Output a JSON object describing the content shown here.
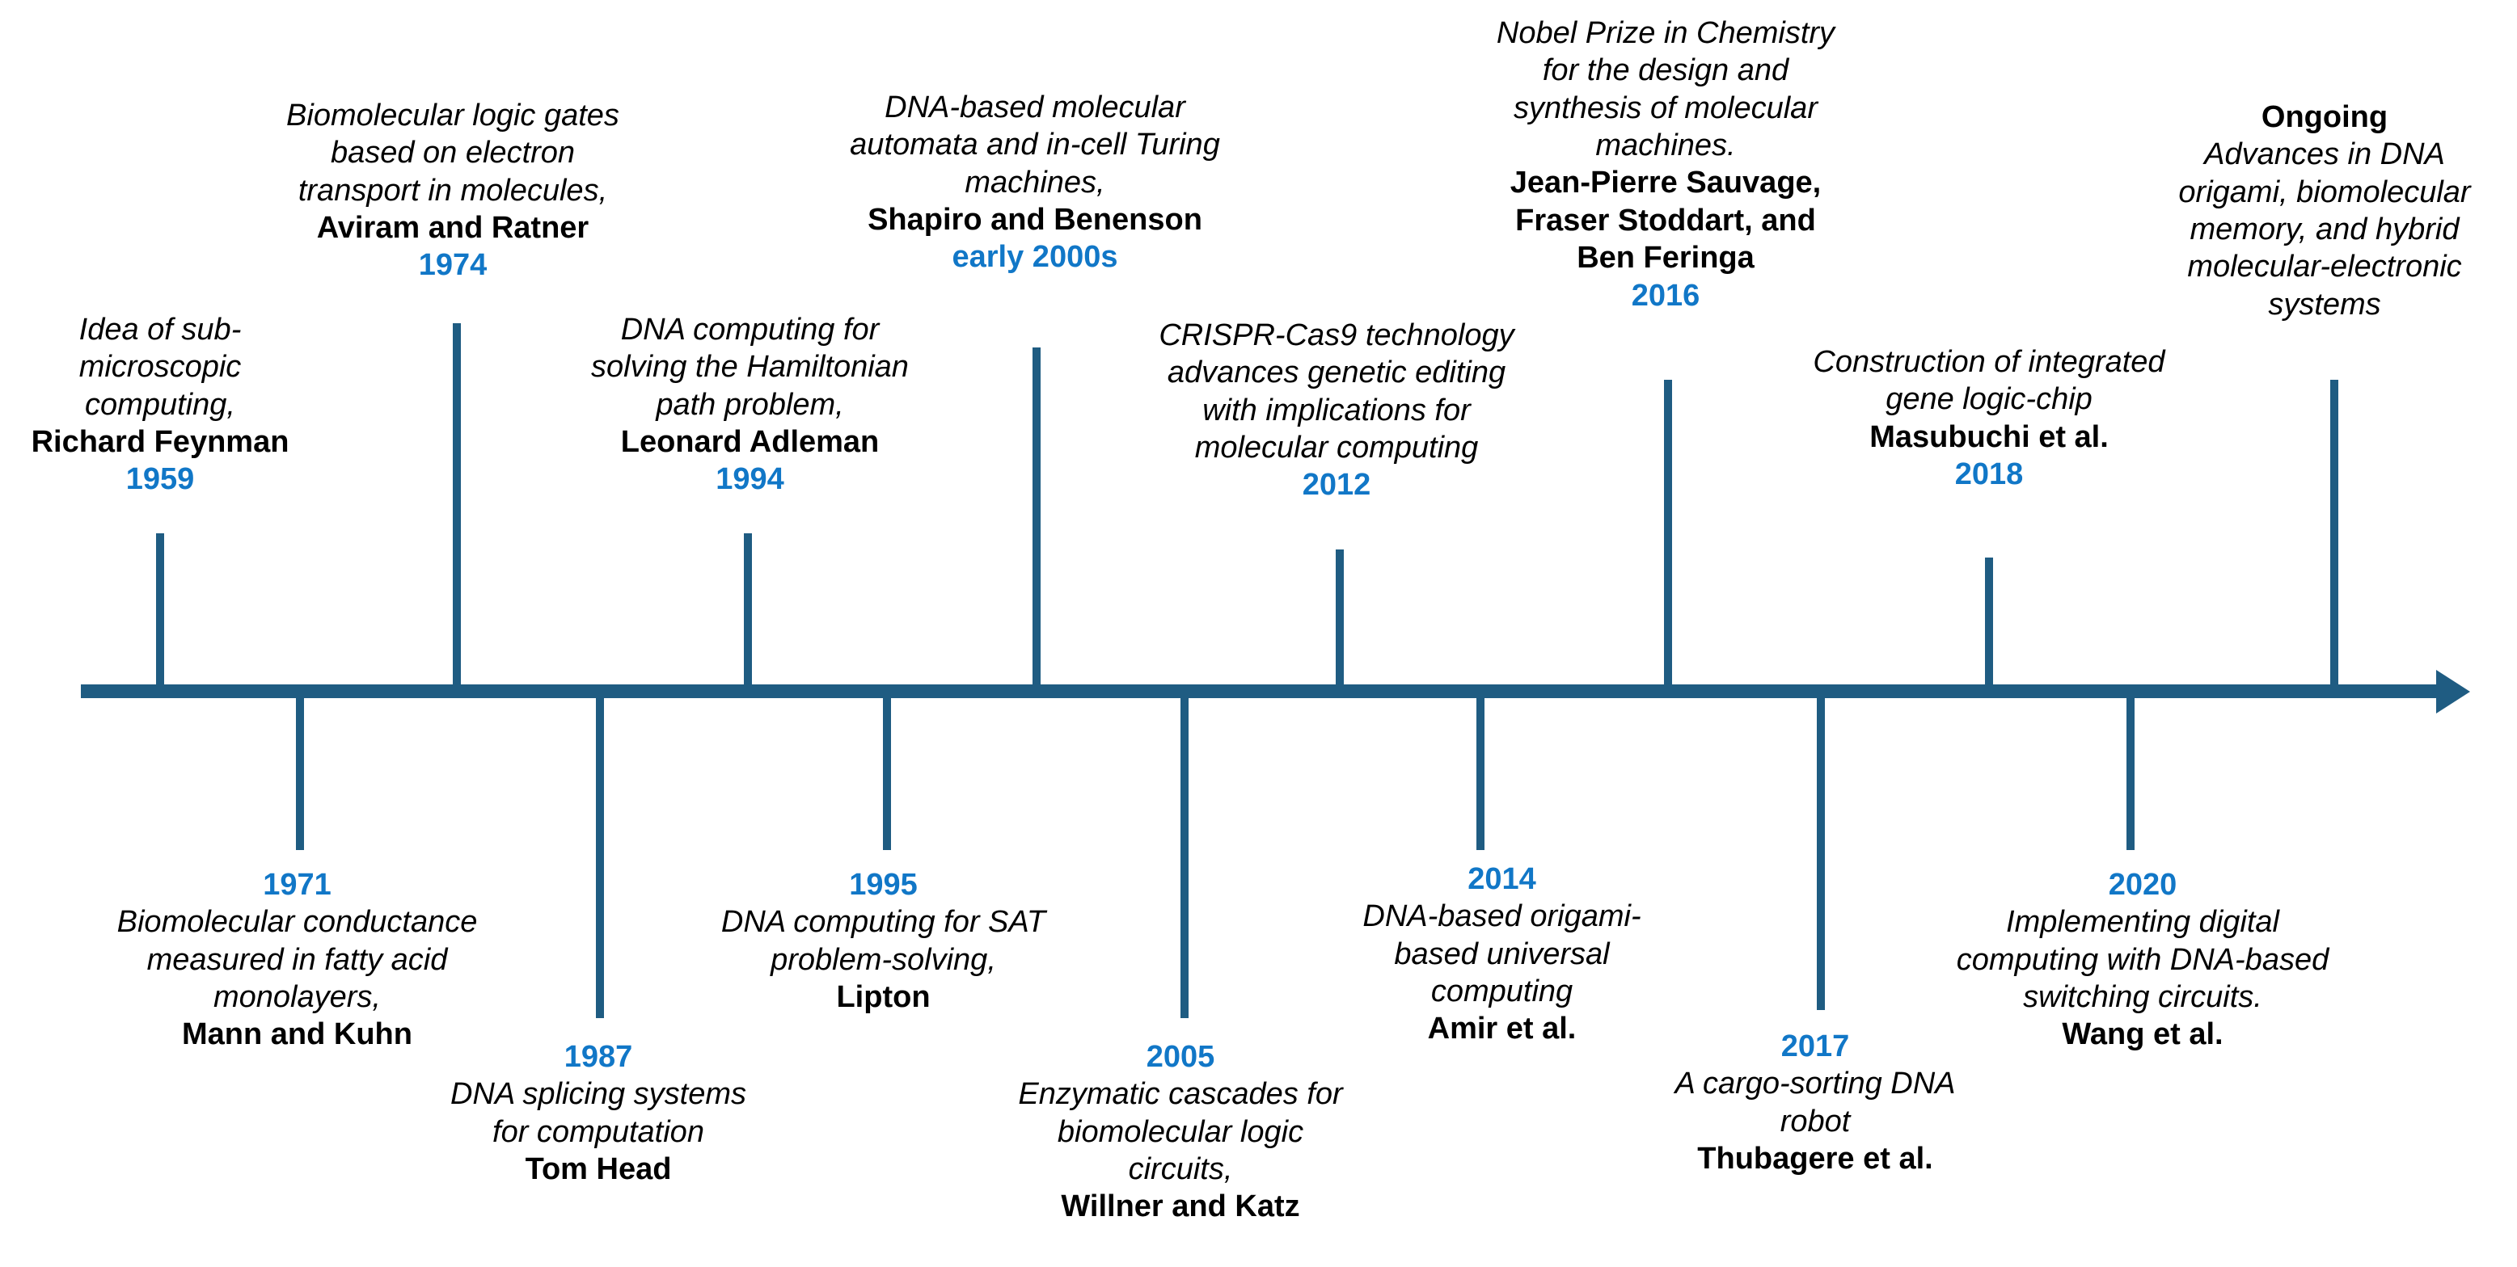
{
  "colors": {
    "axis": "#1F5C82",
    "year": "#1177C7",
    "text": "#000000",
    "background": "#ffffff"
  },
  "timeline": {
    "orientation": "horizontal",
    "arrow_direction": "right",
    "events_above": [
      {
        "year": "1959",
        "description": "Idea of sub-\nmicroscopic\ncomputing,",
        "people": "Richard Feynman"
      },
      {
        "year": "1974",
        "description": "Biomolecular logic gates\nbased on electron\ntransport in molecules,",
        "people": "Aviram and Ratner"
      },
      {
        "year": "1994",
        "description": "DNA computing for\nsolving the Hamiltonian\npath problem,",
        "people": "Leonard Adleman"
      },
      {
        "year": "early 2000s",
        "description": "DNA-based molecular\nautomata and in-cell Turing\nmachines,",
        "people": "Shapiro and Benenson"
      },
      {
        "year": "2012",
        "description": "CRISPR-Cas9 technology\nadvances genetic editing\nwith implications for\nmolecular computing",
        "people": ""
      },
      {
        "year": "2016",
        "description": "Nobel Prize in Chemistry\nfor the design and\nsynthesis of molecular\nmachines.",
        "people": "Jean-Pierre Sauvage,\nFraser Stoddart, and\nBen Feringa"
      },
      {
        "year": "2018",
        "description": "Construction of integrated\ngene logic-chip",
        "people": "Masubuchi et al."
      },
      {
        "year": "Ongoing",
        "description": "Advances in DNA\norigami, biomolecular\nmemory, and hybrid\nmolecular-electronic\nsystems",
        "people": ""
      }
    ],
    "events_below": [
      {
        "year": "1971",
        "description": "Biomolecular conductance\nmeasured in fatty acid\nmonolayers,",
        "people": "Mann and Kuhn"
      },
      {
        "year": "1987",
        "description": "DNA splicing systems\nfor computation",
        "people": "Tom Head"
      },
      {
        "year": "1995",
        "description": "DNA computing for SAT\nproblem-solving,",
        "people": "Lipton"
      },
      {
        "year": "2005",
        "description": "Enzymatic cascades for\nbiomolecular logic\ncircuits,",
        "people": "Willner and Katz"
      },
      {
        "year": "2014",
        "description": "DNA-based origami-\nbased universal\ncomputing",
        "people": "Amir et al."
      },
      {
        "year": "2017",
        "description": "A cargo-sorting DNA\nrobot",
        "people": "Thubagere et al."
      },
      {
        "year": "2020",
        "description": "Implementing digital\ncomputing with DNA-based\nswitching circuits.",
        "people": "Wang et al."
      }
    ]
  }
}
